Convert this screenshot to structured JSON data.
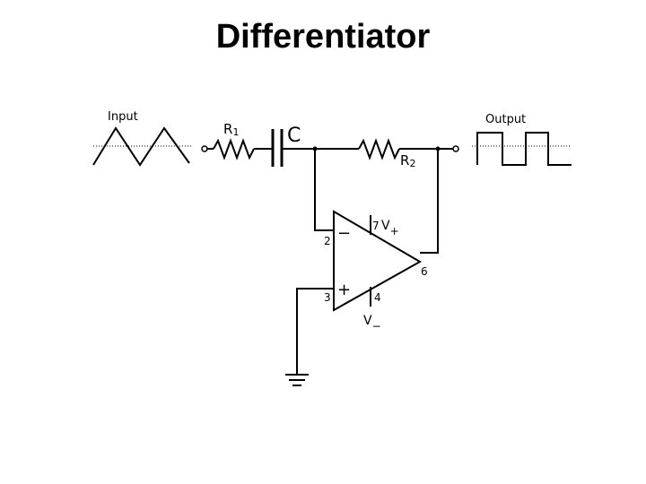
{
  "slide": {
    "title": "Differentiator"
  },
  "circuit": {
    "input_label": "Input",
    "output_label": "Output",
    "r1": {
      "label": "R",
      "sub": "1"
    },
    "c_label": "C",
    "r2": {
      "label": "R",
      "sub": "2"
    },
    "pin2": "2",
    "pin3": "3",
    "pin4": "4",
    "pin6": "6",
    "pin7": "7",
    "inv_sign": "−",
    "noninv_sign": "+",
    "vplus": {
      "label": "V",
      "sub": "+"
    },
    "vminus": {
      "label": "V",
      "sub": "−"
    }
  }
}
